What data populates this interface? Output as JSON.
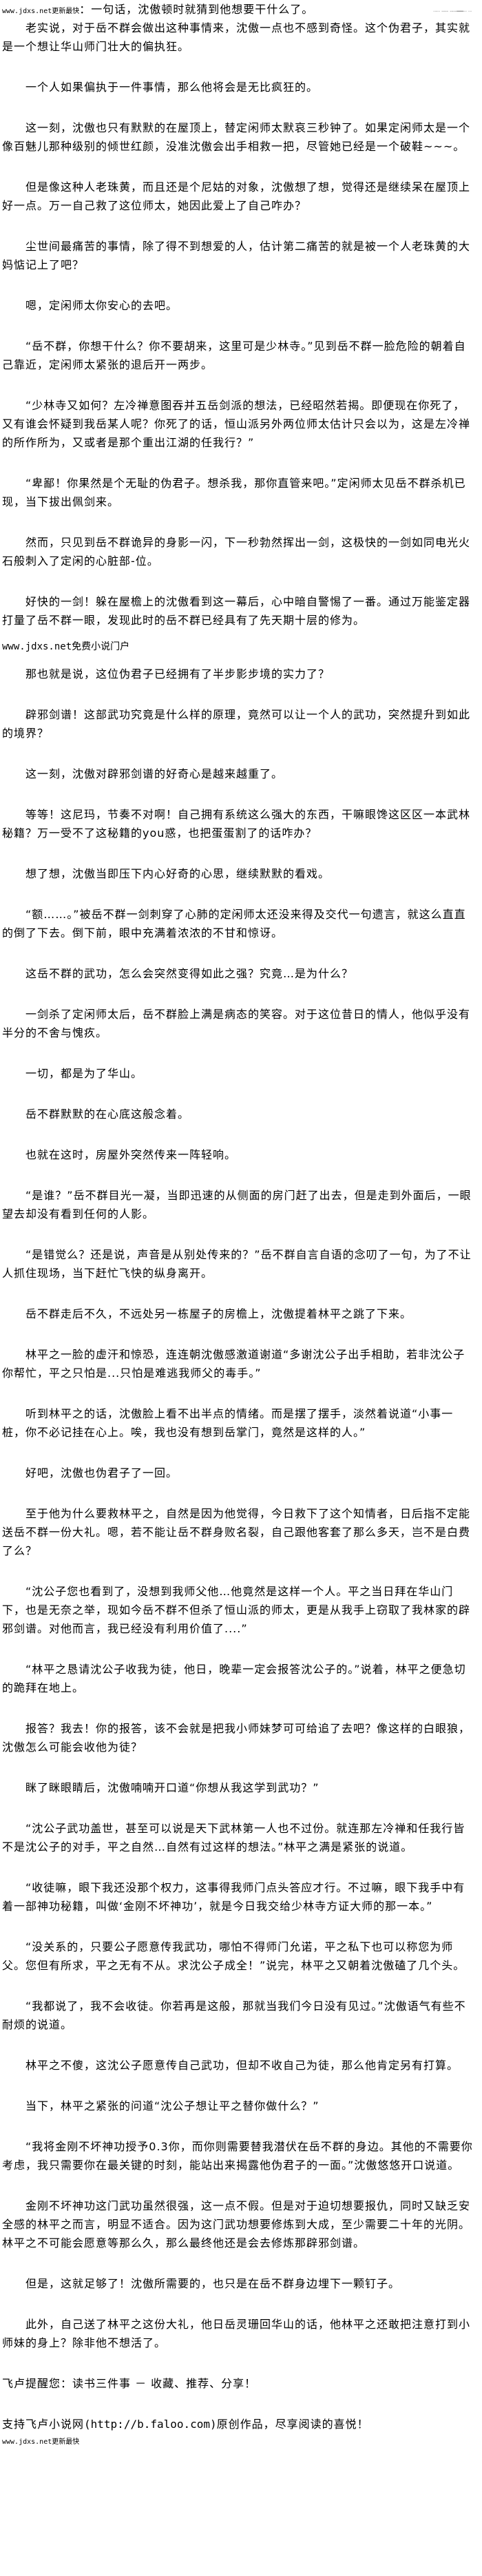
{
  "header": {
    "site_tag": "www.jdxs.net更新最快",
    "first_line": "：一句话，沈傲顿时就猜到他想要干什么了。",
    "decor": "┈┈ ╌╌ ╌╌━━┈ ┈"
  },
  "paragraphs_a": [
    "老实说，对于岳不群会做出这种事情来，沈傲一点也不感到奇怪。这个伪君子，其实就是一个想让华山师门壮大的偏执狂。",
    "一个人如果偏执于一件事情，那么他将会是无比疯狂的。",
    "这一刻，沈傲也只有默默的在屋顶上，替定闲师太默哀三秒钟了。如果定闲师太是一个像百魅儿那种级别的倾世红颜，没准沈傲会出手相救一把，尽管她已经是一个破鞋~~~。",
    "但是像这种人老珠黄，而且还是个尼姑的对象，沈傲想了想，觉得还是继续呆在屋顶上好一点。万一自己救了这位师太，她因此爱上了自己咋办？",
    "尘世间最痛苦的事情，除了得不到想爱的人，估计第二痛苦的就是被一个人老珠黄的大妈惦记上了吧？",
    "嗯，定闲师太你安心的去吧。",
    "“岳不群，你想干什么？你不要胡来，这里可是少林寺。”见到岳不群一脸危险的朝着自己靠近，定闲师太紧张的退后开一两步。",
    "“少林寺又如何？左冷禅意图吞并五岳剑派的想法，已经昭然若揭。即便现在你死了，又有谁会怀疑到我岳某人呢？你死了的话，恒山派另外两位师太估计只会以为，这是左冷禅的所作所为，又或者是那个重出江湖的任我行？”",
    "“卑鄙！你果然是个无耻的伪君子。想杀我，那你直管来吧。”定闲师太见岳不群杀机已现，当下拔出佩剑来。",
    "然而，只见到岳不群诡异的身影一闪，下一秒勃然挥出一剑，这极快的一剑如同电光火石般刺入了定闲的心脏部-位。",
    "好快的一剑！躲在屋檐上的沈傲看到这一幕后，心中暗自警惕了一番。通过万能鉴定器打量了岳不群一眼，发现此时的岳不群已经具有了先天期十层的修为。"
  ],
  "watermark": "www.jdxs.net免费小说门户",
  "paragraphs_b": [
    "那也就是说，这位伪君子已经拥有了半步影步境的实力了？",
    "辟邪剑谱！这部武功究竟是什么样的原理，竟然可以让一个人的武功，突然提升到如此的境界？",
    "这一刻，沈傲对辟邪剑谱的好奇心是越来越重了。",
    "等等！这尼玛，节奏不对啊！自己拥有系统这么强大的东西，干嘛眼馋这区区一本武林秘籍？万一受不了这秘籍的you惑，也把蛋蛋割了的话咋办？",
    "想了想，沈傲当即压下内心好奇的心思，继续默默的看戏。",
    "“额……。”被岳不群一剑刺穿了心肺的定闲师太还没来得及交代一句遗言，就这么直直的倒了下去。倒下前，眼中充满着浓浓的不甘和惊讶。",
    "这岳不群的武功，怎么会突然变得如此之强？究竟…是为什么？",
    "一剑杀了定闲师太后，岳不群脸上满是病态的笑容。对于这位昔日的情人，他似乎没有半分的不舍与愧疚。",
    "一切，都是为了华山。",
    "岳不群默默的在心底这般念着。",
    "也就在这时，房屋外突然传来一阵轻响。",
    "“是谁？”岳不群目光一凝，当即迅速的从侧面的房门赶了出去，但是走到外面后，一眼望去却没有看到任何的人影。",
    "“是错觉么？还是说，声音是从别处传来的？”岳不群自言自语的念叨了一句，为了不让人抓住现场，当下赶忙飞快的纵身离开。",
    "岳不群走后不久，不远处另一栋屋子的房檐上，沈傲提着林平之跳了下来。",
    "林平之一脸的虚汗和惊恐，连连朝沈傲感激道谢道“多谢沈公子出手相助，若非沈公子你帮忙，平之只怕是...只怕是难逃我师父的毒手。”",
    "听到林平之的话，沈傲脸上看不出半点的情绪。而是摆了摆手，淡然着说道“小事一桩，你不必记挂在心上。唉，我也没有想到岳掌门，竟然是这样的人。”",
    "好吧，沈傲也伪君子了一回。",
    "至于他为什么要救林平之，自然是因为他觉得，今日救下了这个知情者，日后指不定能送岳不群一份大礼。嗯，若不能让岳不群身败名裂，自己跟他客套了那么多天，岂不是白费了么？",
    "“沈公子您也看到了，没想到我师父他…他竟然是这样一个人。平之当日拜在华山门下，也是无奈之举，现如今岳不群不但杀了恒山派的师太，更是从我手上窃取了我林家的辟邪剑谱。对他而言，我已经没有利用价值了....”",
    "“林平之恳请沈公子收我为徒，他日，晚辈一定会报答沈公子的。”说着，林平之便急切的跪拜在地上。",
    "报答？我去！你的报答，该不会就是把我小师妹梦可可给追了去吧？像这样的白眼狼，沈傲怎么可能会收他为徒？",
    "眯了眯眼睛后，沈傲喃喃开口道“你想从我这学到武功？”",
    "“沈公子武功盖世，甚至可以说是天下武林第一人也不过份。就连那左冷禅和任我行皆不是沈公子的对手，平之自然…自然有过这样的想法。”林平之满是紧张的说道。",
    "“收徒嘛，眼下我还没那个权力，这事得我师门点头答应才行。不过嘛，眼下我手中有着一部神功秘籍，叫做‘金刚不坏神功’，就是今日我交给少林寺方证大师的那一本。”",
    "“没关系的，只要公子愿意传我武功，哪怕不得师门允诺，平之私下也可以称您为师父。您但有所求，平之无有不从。求沈公子成全！”说完，林平之又朝着沈傲磕了几个头。",
    "“我都说了，我不会收徒。你若再是这般，那就当我们今日没有见过。”沈傲语气有些不耐烦的说道。",
    "林平之不傻，这沈公子愿意传自己武功，但却不收自己为徒，那么他肯定另有打算。",
    "当下，林平之紧张的问道“沈公子想让平之替你做什么？”",
    "“我将金刚不坏神功授予0.3你，而你则需要替我潜伏在岳不群的身边。其他的不需要你考虑，我只需要你在最关键的时刻，能站出来揭露他伪君子的一面。”沈傲悠悠开口说道。",
    "金刚不坏神功这门武功虽然很强，这一点不假。但是对于迫切想要报仇，同时又缺乏安全感的林平之而言，明显不适合。因为这门武功想要修炼到大成，至少需要二十年的光阴。林平之不可能会愿意等那么久，那么最终他还是会去修炼那辟邪剑谱。",
    "但是，这就足够了！沈傲所需要的，也只是在岳不群身边埋下一颗钉子。",
    "此外，自己送了林平之这份大礼，他日岳灵珊回华山的话，他林平之还敢把注意打到小师妹的身上？除非他不想活了。"
  ],
  "footer": {
    "reminder": "飞卢提醒您：读书三件事 － 收藏、推荐、分享！",
    "support_prefix": "支持飞卢小说网",
    "support_url": "(http://b.faloo.com)",
    "support_suffix": "原创作品，尽享阅读的喜悦！",
    "site_tag": "www.jdxs.net更新最快"
  }
}
